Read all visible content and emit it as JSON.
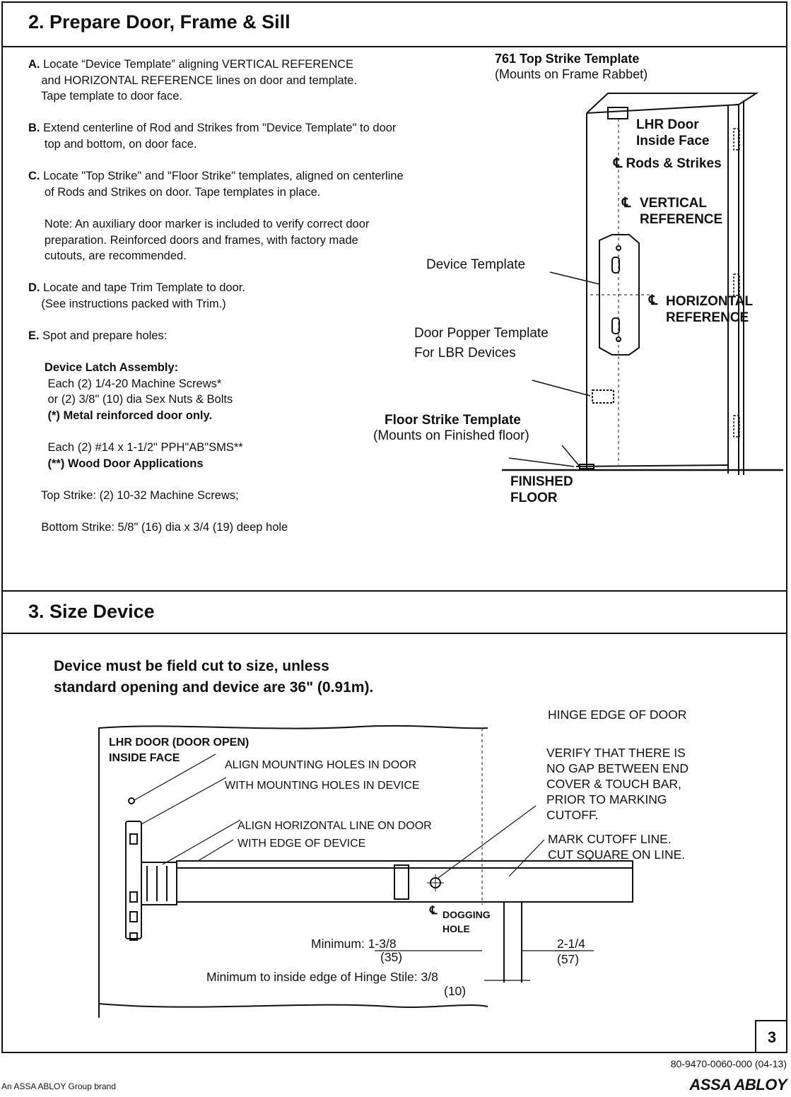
{
  "section2": {
    "title": "2. Prepare Door, Frame & Sill",
    "lines": [
      {
        "lead": "A.",
        "text": " Locate “Device Template” aligning VERTICAL REFERENCE"
      },
      {
        "lead": "",
        "text": "    and HORIZONTAL REFERENCE lines on door and template."
      },
      {
        "lead": "",
        "text": "    Tape template to door face."
      },
      {
        "lead": "",
        "text": ""
      },
      {
        "lead": "B.",
        "text": " Extend centerline of Rod and Strikes from \"Device Template\" to door"
      },
      {
        "lead": "",
        "text": "     top and bottom, on door face."
      },
      {
        "lead": "",
        "text": ""
      },
      {
        "lead": "C.",
        "text": " Locate \"Top Strike\" and \"Floor Strike\" templates, aligned on centerline"
      },
      {
        "lead": "",
        "text": "     of Rods and Strikes on door. Tape templates in place."
      },
      {
        "lead": "",
        "text": ""
      },
      {
        "lead": "",
        "text": "     Note: An auxiliary door marker is included to verify correct door"
      },
      {
        "lead": "",
        "text": "     preparation. Reinforced doors and frames, with factory made"
      },
      {
        "lead": "",
        "text": "     cutouts, are recommended."
      },
      {
        "lead": "",
        "text": ""
      },
      {
        "lead": "D.",
        "text": " Locate and tape Trim Template to door."
      },
      {
        "lead": "",
        "text": "    (See instructions packed with Trim.)"
      },
      {
        "lead": "",
        "text": ""
      },
      {
        "lead": "E.",
        "text": " Spot and prepare holes:"
      },
      {
        "lead": "",
        "text": ""
      },
      {
        "lead": "",
        "text": "     Device Latch Assembly:",
        "bold": true
      },
      {
        "lead": "",
        "text": "      Each (2) 1/4-20 Machine Screws*"
      },
      {
        "lead": "",
        "text": "      or (2) 3/8\" (10) dia Sex Nuts & Bolts"
      },
      {
        "lead": "",
        "text": "      (*) Metal reinforced door only.",
        "bold": true
      },
      {
        "lead": "",
        "text": ""
      },
      {
        "lead": "",
        "text": "      Each (2) #14 x 1-1/2\" PPH\"AB\"SMS**"
      },
      {
        "lead": "",
        "text": "      (**) Wood Door Applications",
        "bold": true
      },
      {
        "lead": "",
        "text": ""
      },
      {
        "lead": "",
        "text": "    Top Strike: (2) 10-32 Machine Screws;"
      },
      {
        "lead": "",
        "text": ""
      },
      {
        "lead": "",
        "text": "    Bottom Strike: 5/8\" (16) dia x 3/4 (19) deep hole"
      }
    ],
    "figure": {
      "top_strike_title": "761 Top Strike Template",
      "top_strike_sub": "(Mounts on Frame Rabbet)",
      "lhr_door": "LHR Door\nInside Face",
      "rods_strikes": "Rods & Strikes",
      "vertical_ref": "VERTICAL\nREFERENCE",
      "device_template": "Device Template",
      "horizontal_ref": "HORIZONTAL\nREFERENCE",
      "door_popper": "Door Popper Template\nFor LBR Devices",
      "floor_strike_title": "Floor Strike Template",
      "floor_strike_sub": "(Mounts on Finished floor)",
      "finished_floor": "FINISHED\nFLOOR"
    }
  },
  "section3": {
    "title": "3. Size Device",
    "warning": "Device must be field cut to size, unless\nstandard opening and device are 36\" (0.91m).",
    "figure": {
      "hinge_edge": "HINGE EDGE OF DOOR",
      "verify": "VERIFY THAT THERE IS\nNO GAP BETWEEN END\nCOVER & TOUCH BAR,\nPRIOR TO MARKING\nCUTOFF.",
      "mark_cutoff": "MARK CUTOFF LINE.\nCUT SQUARE ON LINE.",
      "lhr_door_open": "LHR DOOR (DOOR OPEN)\nINSIDE FACE",
      "align_mounting": "ALIGN MOUNTING HOLES IN DOOR\nWITH MOUNTING HOLES IN DEVICE",
      "align_horizontal": "ALIGN HORIZONTAL LINE ON DOOR\nWITH EDGE OF DEVICE",
      "dogging_hole": "DOGGING\nHOLE",
      "minimum_label": "Minimum: 1-3/8",
      "minimum_mm": "(35)",
      "dim_right": "2-1/4",
      "dim_right_mm": "(57)",
      "min_hinge_label": "Minimum to inside edge of Hinge Stile: 3/8",
      "min_hinge_mm": "(10)"
    }
  },
  "page_number": "3",
  "doc_number": "80-9470-0060-000 (04-13)",
  "brand_tagline": "An ASSA ABLOY Group brand",
  "brand_logo": "ASSA ABLOY"
}
